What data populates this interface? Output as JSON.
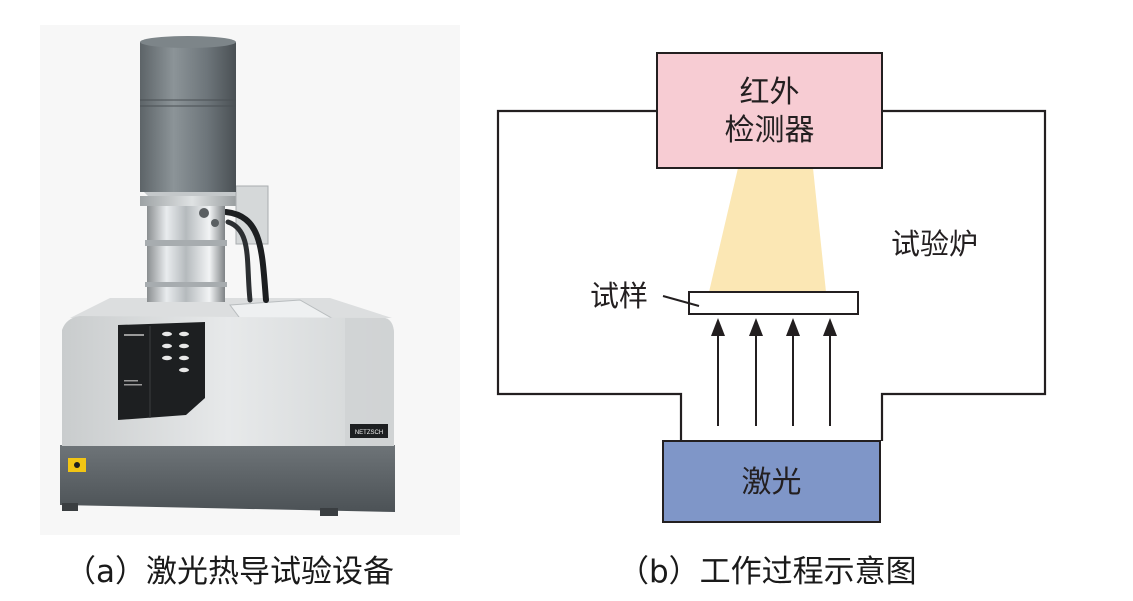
{
  "panel_a": {
    "instrument_brand": "NETZSCH",
    "caption": "（a）激光热导试验设备"
  },
  "panel_b": {
    "detector_label_line1": "红外",
    "detector_label_line2": "检测器",
    "furnace_label": "试验炉",
    "sample_label": "试样",
    "laser_label": "激光",
    "caption": "（b）工作过程示意图",
    "colors": {
      "detector_fill": "#f7ccd3",
      "laser_fill": "#7f96c8",
      "beam_fill": "#fbe7b4",
      "line": "#231f20"
    }
  }
}
